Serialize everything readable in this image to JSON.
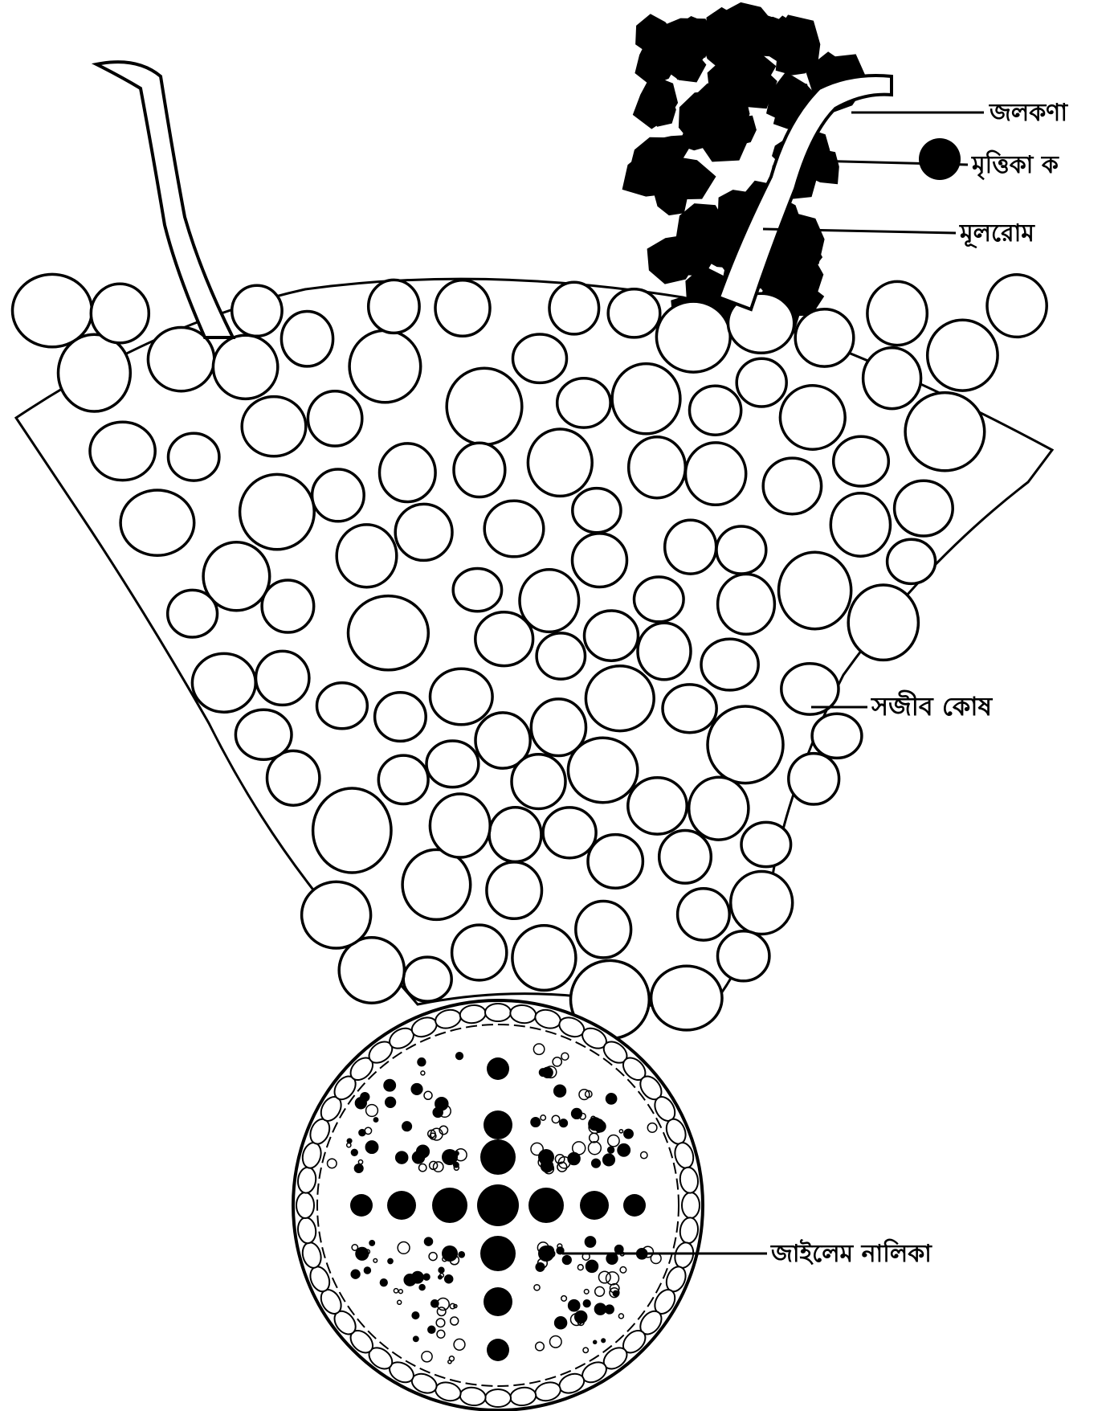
{
  "diagram": {
    "labels": {
      "water_particle": "জলকণা",
      "soil_particle": "মৃত্তিকা ক",
      "root_hair": "মূলরোম",
      "living_cell": "সজীব কোষ",
      "xylem_vessel": "জাইলেম নালিকা"
    }
  },
  "colors": {
    "ink": "#000000",
    "paper": "#ffffff"
  }
}
